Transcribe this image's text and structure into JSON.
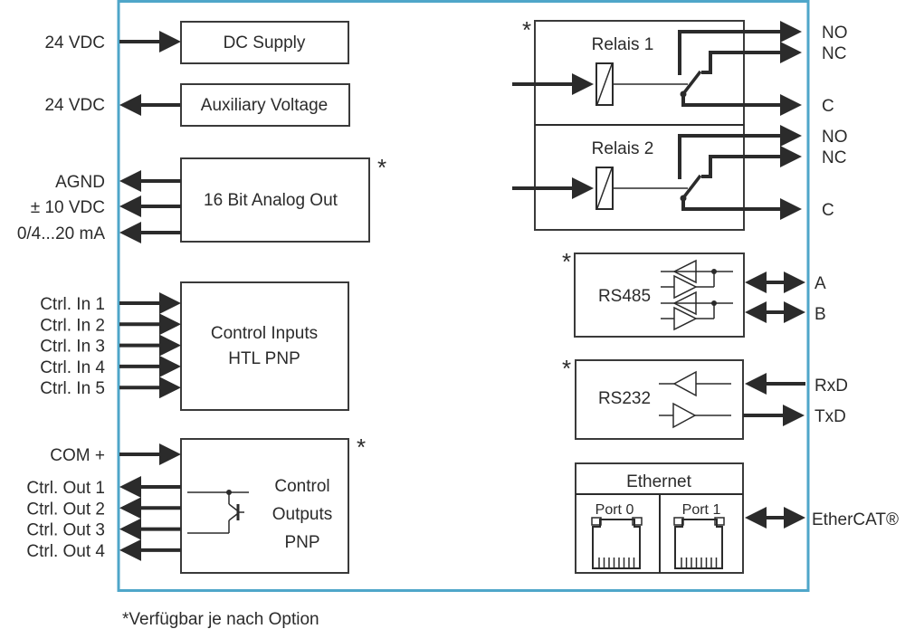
{
  "diagram": {
    "frame_color": "#4fa6c9",
    "line_color": "#2b2b2b",
    "footnote": "*Verfügbar je nach Option",
    "option_marker": "*",
    "left": {
      "dc_supply": {
        "block": "DC Supply",
        "signal": "24 VDC",
        "direction": "in"
      },
      "aux_voltage": {
        "block": "Auxiliary Voltage",
        "signal": "24 VDC",
        "direction": "out"
      },
      "analog_out": {
        "block": "16 Bit Analog Out",
        "optional": true,
        "signals": [
          "AGND",
          "± 10 VDC",
          "0/4...20 mA"
        ],
        "direction": "out"
      },
      "control_inputs": {
        "block_line1": "Control Inputs",
        "block_line2": "HTL PNP",
        "signals": [
          "Ctrl. In 1",
          "Ctrl. In 2",
          "Ctrl. In 3",
          "Ctrl. In 4",
          "Ctrl. In 5"
        ],
        "direction": "in"
      },
      "control_outputs": {
        "block_line1": "Control",
        "block_line2": "Outputs",
        "block_line3": "PNP",
        "optional": true,
        "com": "COM +",
        "signals": [
          "Ctrl. Out 1",
          "Ctrl. Out 2",
          "Ctrl. Out 3",
          "Ctrl. Out 4"
        ],
        "direction": "out"
      }
    },
    "right": {
      "relays": {
        "optional": true,
        "items": [
          {
            "label": "Relais 1",
            "contacts": [
              "NO",
              "NC",
              "C"
            ]
          },
          {
            "label": "Relais 2",
            "contacts": [
              "NO",
              "NC",
              "C"
            ]
          }
        ]
      },
      "rs485": {
        "block": "RS485",
        "optional": true,
        "signals": [
          "A",
          "B"
        ],
        "direction": "bidirectional"
      },
      "rs232": {
        "block": "RS232",
        "optional": true,
        "signals": [
          "RxD",
          "TxD"
        ]
      },
      "ethernet": {
        "block": "Ethernet",
        "ports": [
          "Port 0",
          "Port 1"
        ],
        "signal": "EtherCAT®",
        "direction": "bidirectional"
      }
    }
  }
}
